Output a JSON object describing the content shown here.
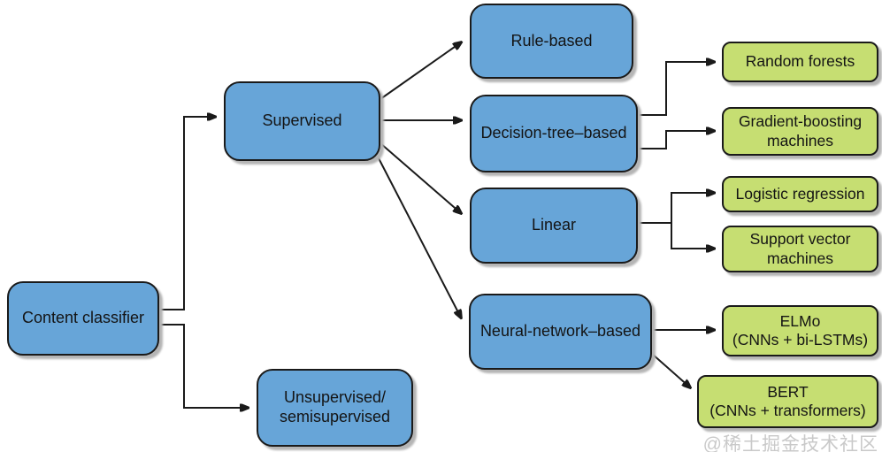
{
  "diagram": {
    "nodes": {
      "content_classifier": {
        "label": "Content classifier",
        "color": "blue"
      },
      "supervised": {
        "label": "Supervised",
        "color": "blue"
      },
      "unsupervised": {
        "label": "Unsupervised/\nsemisupervised",
        "color": "blue"
      },
      "rule_based": {
        "label": "Rule-based",
        "color": "blue"
      },
      "decision_tree": {
        "label": "Decision-tree–based",
        "color": "blue"
      },
      "linear": {
        "label": "Linear",
        "color": "blue"
      },
      "neural_network": {
        "label": "Neural-network–based",
        "color": "blue"
      },
      "random_forests": {
        "label": "Random forests",
        "color": "green"
      },
      "gradient_boosting": {
        "label": "Gradient-boosting\nmachines",
        "color": "green"
      },
      "logistic_regression": {
        "label": "Logistic regression",
        "color": "green"
      },
      "support_vector": {
        "label": "Support vector\nmachines",
        "color": "green"
      },
      "elmo": {
        "label": "ELMo\n(CNNs + bi-LSTMs)",
        "color": "green"
      },
      "bert": {
        "label": "BERT\n(CNNs + transformers)",
        "color": "green"
      }
    },
    "edges": [
      {
        "from": "Content classifier",
        "to": "Supervised"
      },
      {
        "from": "Content classifier",
        "to": "Unsupervised/semisupervised"
      },
      {
        "from": "Supervised",
        "to": "Rule-based"
      },
      {
        "from": "Supervised",
        "to": "Decision-tree–based"
      },
      {
        "from": "Supervised",
        "to": "Linear"
      },
      {
        "from": "Supervised",
        "to": "Neural-network–based"
      },
      {
        "from": "Decision-tree–based",
        "to": "Random forests"
      },
      {
        "from": "Decision-tree–based",
        "to": "Gradient-boosting machines"
      },
      {
        "from": "Linear",
        "to": "Logistic regression"
      },
      {
        "from": "Linear",
        "to": "Support vector machines"
      },
      {
        "from": "Neural-network–based",
        "to": "ELMo (CNNs + bi-LSTMs)"
      },
      {
        "from": "Neural-network–based",
        "to": "BERT (CNNs + transformers)"
      }
    ]
  },
  "watermark": "@稀土掘金技术社区",
  "colors": {
    "node_blue": "#67a5d8",
    "node_green": "#c6de72",
    "border": "#1a1a1a",
    "line": "#1a1a1a",
    "text": "#141414",
    "shadow": "#b5b5b5",
    "watermark": "#c9c9c9",
    "background": "#ffffff"
  }
}
